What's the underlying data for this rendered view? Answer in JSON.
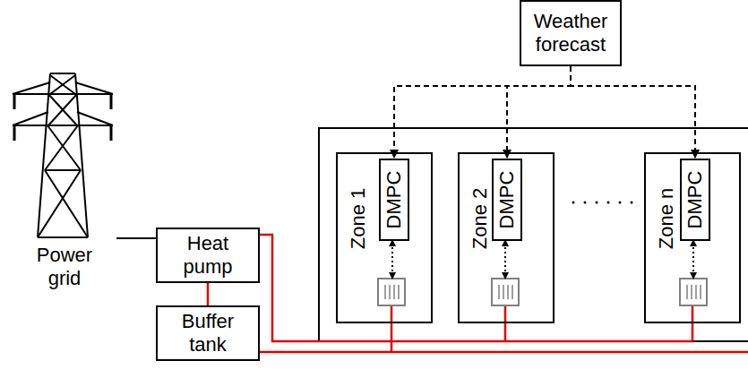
{
  "diagram": {
    "nodes": [
      {
        "text": [
          "Weather forecast"
        ]
      },
      {
        "text": [
          "Heat pump"
        ]
      },
      {
        "text": [
          "Buffer tank"
        ]
      },
      {
        "text": [
          "Zone 1"
        ]
      },
      {
        "text": [
          "DMPC"
        ],
        "in": 3
      },
      {
        "text": [
          "Zone 2"
        ]
      },
      {
        "text": [
          "DMPC"
        ],
        "in": 5
      },
      {
        "text": [
          "Zone n"
        ]
      },
      {
        "text": [
          "DMPC"
        ],
        "in": 7
      }
    ],
    "edges": [
      {
        "from": 1,
        "to": 2,
        "arrow": "none"
      },
      {
        "from": 0,
        "to": 4,
        "arrow": "to"
      },
      {
        "from": 0,
        "to": 6,
        "arrow": "to"
      },
      {
        "from": 0,
        "to": 8,
        "arrow": "to"
      }
    ],
    "labels": [
      "Power grid"
    ]
  }
}
